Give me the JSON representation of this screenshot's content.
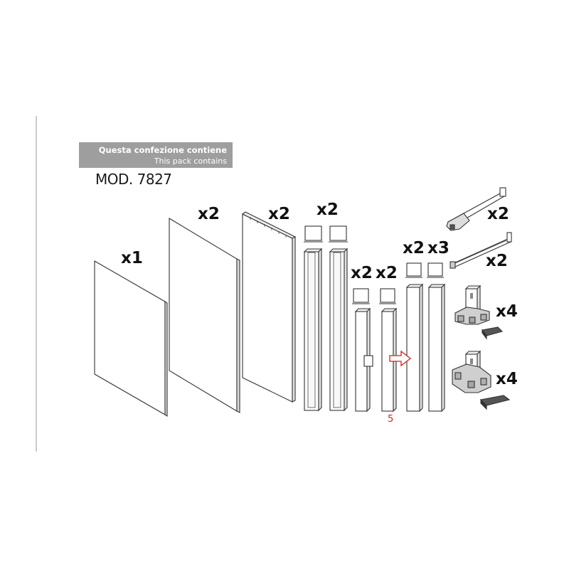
{
  "header": {
    "title_it": "Questa confezione contiene",
    "title_en": "This pack contains",
    "model": "MOD. 7827"
  },
  "quantities": {
    "panel_small": "x1",
    "panel_medium": "x2",
    "panel_large": "x2",
    "tall_posts": "x2",
    "short_post_a": "x2",
    "short_post_b": "x2",
    "mid_post_a": "x2",
    "mid_post_b": "x3",
    "arm_bracket": "x2",
    "flat_rail": "x2",
    "corner_joint_a": "x4",
    "corner_joint_b": "x4"
  },
  "annotation": {
    "step_number": "5"
  },
  "colors": {
    "banner": "#9e9e9e",
    "line": "#333333",
    "accent": "#d42020"
  }
}
